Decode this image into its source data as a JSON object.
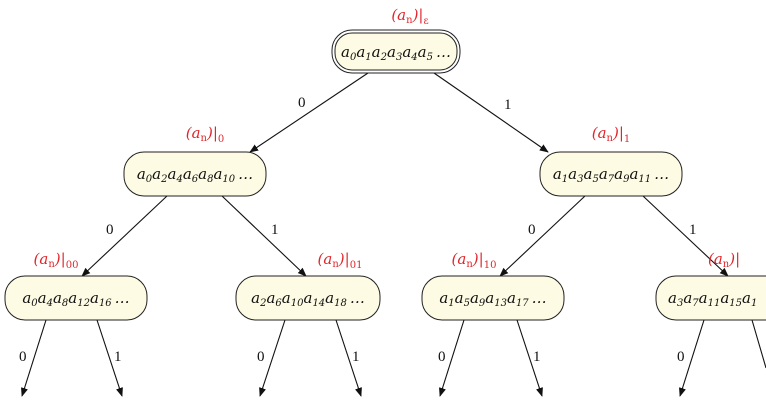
{
  "root": {
    "label": [
      "(a",
      "n",
      ")|",
      "ε"
    ],
    "seq": [
      [
        "a",
        "0"
      ],
      [
        "a",
        "1"
      ],
      [
        "a",
        "2"
      ],
      [
        "a",
        "3"
      ],
      [
        "a",
        "4"
      ],
      [
        "a",
        "5"
      ],
      [
        "…",
        ""
      ]
    ]
  },
  "n0": {
    "label": [
      "(a",
      "n",
      ")|",
      "0"
    ],
    "seq": [
      [
        "a",
        "0"
      ],
      [
        "a",
        "2"
      ],
      [
        "a",
        "4"
      ],
      [
        "a",
        "6"
      ],
      [
        "a",
        "8"
      ],
      [
        "a",
        "10"
      ],
      [
        "…",
        ""
      ]
    ]
  },
  "n1": {
    "label": [
      "(a",
      "n",
      ")|",
      "1"
    ],
    "seq": [
      [
        "a",
        "1"
      ],
      [
        "a",
        "3"
      ],
      [
        "a",
        "5"
      ],
      [
        "a",
        "7"
      ],
      [
        "a",
        "9"
      ],
      [
        "a",
        "11"
      ],
      [
        "…",
        ""
      ]
    ]
  },
  "n00": {
    "label": [
      "(a",
      "n",
      ")|",
      "00"
    ],
    "seq": [
      [
        "a",
        "0"
      ],
      [
        "a",
        "4"
      ],
      [
        "a",
        "8"
      ],
      [
        "a",
        "12"
      ],
      [
        "a",
        "16"
      ],
      [
        "…",
        ""
      ]
    ]
  },
  "n01": {
    "label": [
      "(a",
      "n",
      ")|",
      "01"
    ],
    "seq": [
      [
        "a",
        "2"
      ],
      [
        "a",
        "6"
      ],
      [
        "a",
        "10"
      ],
      [
        "a",
        "14"
      ],
      [
        "a",
        "18"
      ],
      [
        "…",
        ""
      ]
    ]
  },
  "n10": {
    "label": [
      "(a",
      "n",
      ")|",
      "10"
    ],
    "seq": [
      [
        "a",
        "1"
      ],
      [
        "a",
        "5"
      ],
      [
        "a",
        "9"
      ],
      [
        "a",
        "13"
      ],
      [
        "a",
        "17"
      ],
      [
        "…",
        ""
      ]
    ]
  },
  "n11": {
    "label": [
      "(a",
      "n",
      ")|"
    ],
    "seq": [
      [
        "a",
        "3"
      ],
      [
        "a",
        "7"
      ],
      [
        "a",
        "11"
      ],
      [
        "a",
        "15"
      ],
      [
        "a",
        "1",
        ""
      ]
    ]
  },
  "edges": {
    "zero": "0",
    "one": "1"
  }
}
